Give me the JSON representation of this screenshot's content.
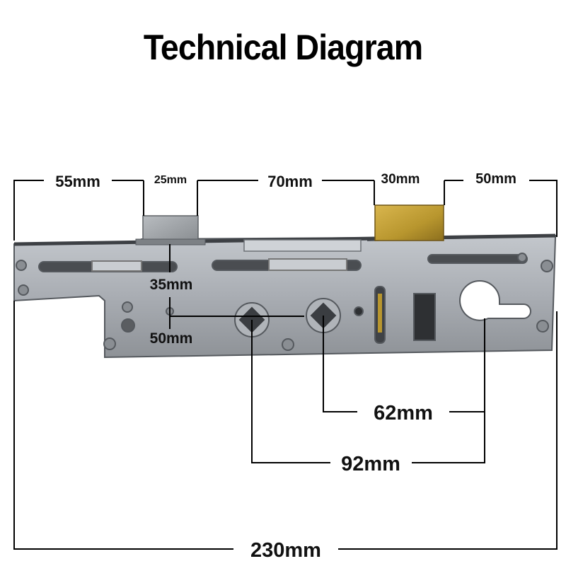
{
  "title": "Technical Diagram",
  "dimensions": {
    "backset_left": "55mm",
    "latch_width": "25mm",
    "latch_to_deadbolt": "70mm",
    "deadbolt_width": "30mm",
    "backset_right": "50mm",
    "spindle_height_upper": "35mm",
    "spindle_height_lower": "50mm",
    "spindle_to_cylinder": "62mm",
    "spindle_centres": "92mm",
    "overall_length": "230mm"
  },
  "colors": {
    "lock_body": "#a9adb3",
    "deadbolt": "#b8962e",
    "latch": "#9ea2a6",
    "lines": "#000000"
  }
}
